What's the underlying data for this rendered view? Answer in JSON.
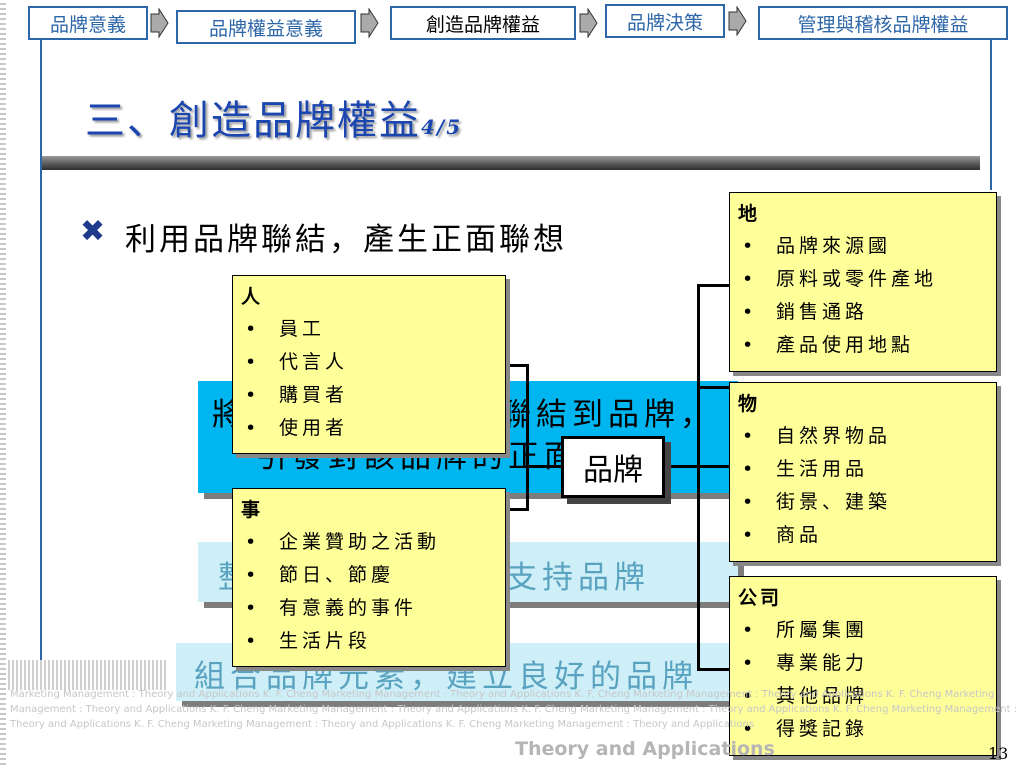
{
  "nav": {
    "items": [
      "品牌意義",
      "品牌權益意義",
      "創造品牌權益",
      "品牌決策",
      "管理與稽核品牌權益"
    ],
    "active_index": 2
  },
  "slide": {
    "title": "三、創造品牌權益",
    "subtitle": "4/5",
    "bullet_mark": "✖",
    "bullet_text": "利用品牌聯結，產生正面聯想",
    "banner1_line1": "將品牌與其他實體聯結到品牌，",
    "banner1_line2": "引發對該品牌的正面聯想",
    "banner2": "整合行銷溝通全力支持品牌",
    "banner3": "組合品牌元素，建立良好的品牌",
    "brand": "品牌",
    "page_number": "13"
  },
  "boxes": {
    "people": {
      "heading": "人",
      "items": [
        "員工",
        "代言人",
        "購買者",
        "使用者"
      ]
    },
    "things": {
      "heading": "事",
      "items": [
        "企業贊助之活動",
        "節日、節慶",
        "有意義的事件",
        "生活片段"
      ]
    },
    "place": {
      "heading": "地",
      "items": [
        "品牌來源國",
        "原料或零件產地",
        "銷售通路",
        "產品使用地點"
      ]
    },
    "objects": {
      "heading": "物",
      "items": [
        "自然界物品",
        "生活用品",
        "街景、建築",
        "商品"
      ]
    },
    "company": {
      "heading": "公司",
      "items": [
        "所屬集團",
        "專業能力",
        "其他品牌",
        "得獎記錄"
      ]
    }
  },
  "bullet_glyph": "•",
  "footer": {
    "watermark": "Marketing Management : Theory and Applications K. F. Cheng Marketing Management : Theory and Applications K. F. Cheng Marketing Management : Theory and Applications K. F. Cheng Marketing Management : Theory and Applications K. F. Cheng Marketing Management : Theory and Applications K. F. Cheng Marketing Management : Theory and Applications K. F. Cheng Marketing Management : Theory and Applications K. F. Cheng Marketing Management : Theory and Applications K. F. Cheng Marketing Management : Theory and Applications",
    "watermark_big": "Theory and Applications"
  },
  "colors": {
    "accent": "#2e67a8",
    "title": "#1b46b0",
    "banner": "#00b6f0",
    "banner_light": "#cfeff8",
    "box": "#ffff99"
  }
}
